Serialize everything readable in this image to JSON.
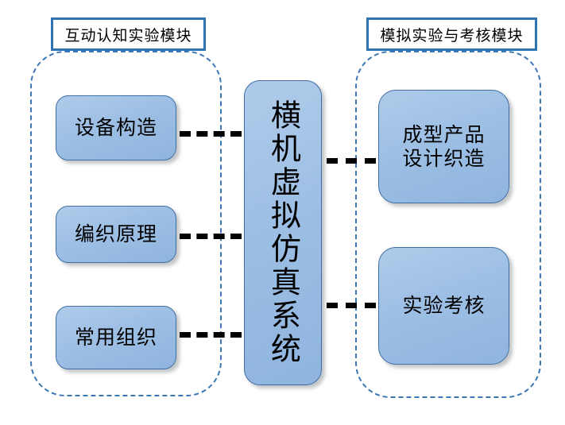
{
  "diagram": {
    "title_center": "横机虚拟仿真系统",
    "modules": [
      {
        "id": "left",
        "header": "互动认知实验模块",
        "nodes": [
          {
            "id": "equipment",
            "label": "设备构造"
          },
          {
            "id": "knitting",
            "label": "编织原理"
          },
          {
            "id": "structure",
            "label": "常用组织"
          }
        ]
      },
      {
        "id": "right",
        "header": "模拟实验与考核模块",
        "nodes": [
          {
            "id": "product",
            "label": "成型产品\n设计织造"
          },
          {
            "id": "assess",
            "label": "实验考核"
          }
        ]
      }
    ],
    "center": {
      "label": "横机虚拟仿真系统"
    },
    "connectors": [
      {
        "id": "conn-equipment",
        "from": "设备构造",
        "to": "横机虚拟仿真系统",
        "style": "dashed"
      },
      {
        "id": "conn-knitting",
        "from": "编织原理",
        "to": "横机虚拟仿真系统",
        "style": "dashed"
      },
      {
        "id": "conn-structure",
        "from": "常用组织",
        "to": "横机虚拟仿真系统",
        "style": "dashed"
      },
      {
        "id": "conn-product",
        "from": "横机虚拟仿真系统",
        "to": "成型产品设计织造",
        "style": "dashed"
      },
      {
        "id": "conn-assess",
        "from": "横机虚拟仿真系统",
        "to": "实验考核",
        "style": "dashed"
      }
    ],
    "colors": {
      "node_fill": "#9DBFE4",
      "node_border": "#3F6FA3",
      "container_border": "#3E77B5",
      "header_border": "#2E74B5",
      "connector": "#000000",
      "background": "#FFFFFF"
    }
  }
}
